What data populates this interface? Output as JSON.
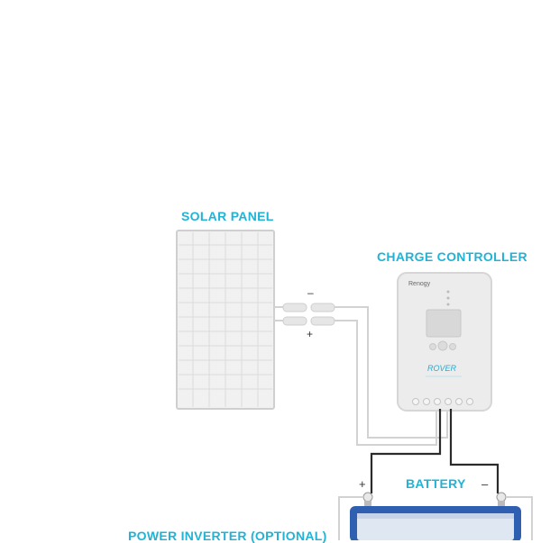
{
  "labels": {
    "solar_panel": "SOLAR PANEL",
    "charge_controller": "CHARGE CONTROLLER",
    "battery": "BATTERY",
    "power_inverter": "POWER INVERTER (OPTIONAL)"
  },
  "polarity": {
    "negative": "–",
    "positive": "+"
  },
  "controller": {
    "brand": "Renogy",
    "model": "ROVER"
  },
  "colors": {
    "label_accent": "#21b3d6",
    "wire_light": "#d2d2d2",
    "wire_dark": "#2b2b2b",
    "battery_blue": "#2f5fb0"
  }
}
